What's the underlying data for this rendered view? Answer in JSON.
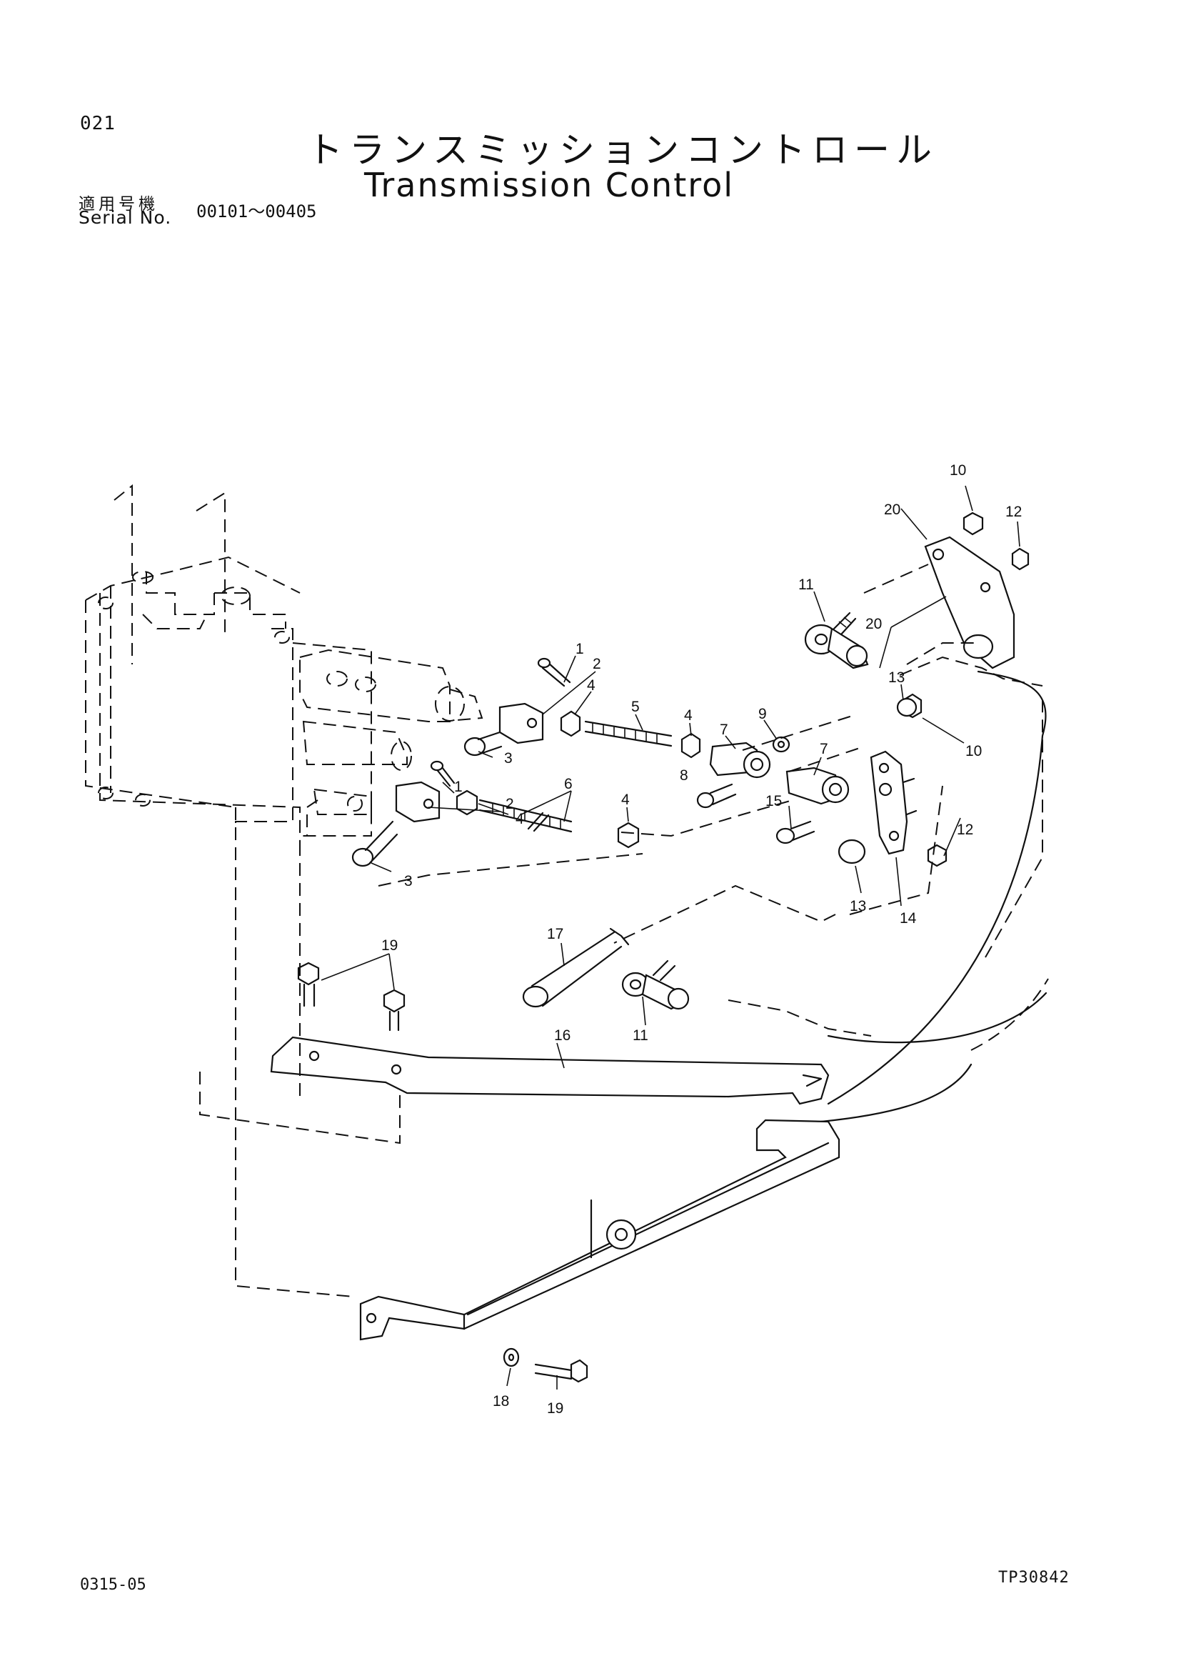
{
  "header": {
    "page_number": "021",
    "title_ja": "トランスミッションコントロール",
    "title_en": "Transmission Control",
    "serial_label_ja": "適用号機",
    "serial_label_en": "Serial No.",
    "serial_range": "00101～00405"
  },
  "footer": {
    "left_code": "0315-05",
    "right_code": "TP30842"
  },
  "callouts": {
    "c1a": "1",
    "c2a": "2",
    "c3a": "3",
    "c4a": "4",
    "c5": "5",
    "c4b": "4",
    "c7a": "7",
    "c9": "9",
    "c8": "8",
    "c7b": "7",
    "c15": "15",
    "c1b": "1",
    "c2b": "2",
    "c4c": "4",
    "c6": "6",
    "c4d": "4",
    "c3b": "3",
    "c10a": "10",
    "c20a": "20",
    "c12a": "12",
    "c11a": "11",
    "c20b": "20",
    "c13a": "13",
    "c10b": "10",
    "c12b": "12",
    "c13b": "13",
    "c14": "14",
    "c17": "17",
    "c19a": "19",
    "c11b": "11",
    "c16": "16",
    "c18": "18",
    "c19b": "19"
  }
}
